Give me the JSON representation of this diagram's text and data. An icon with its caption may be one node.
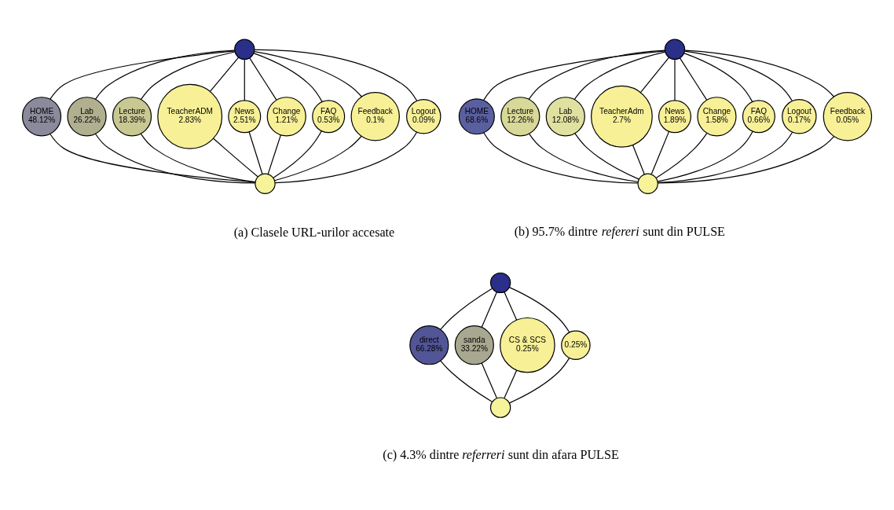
{
  "diagram": {
    "nodes": [
      {
        "text": [],
        "shape": "circle"
      },
      {
        "text": [
          "HOME",
          "48.12%"
        ]
      },
      {
        "text": [
          "Lab",
          "26.22%"
        ]
      },
      {
        "text": [
          "Lecture",
          "18.39%"
        ]
      },
      {
        "text": [
          "TeacherADM",
          "2.83%"
        ]
      },
      {
        "text": [
          "News",
          "2.51%"
        ]
      },
      {
        "text": [
          "Change",
          "1.21%"
        ]
      },
      {
        "text": [
          "FAQ",
          "0.53%"
        ]
      },
      {
        "text": [
          "Feedback",
          "0.1%"
        ]
      },
      {
        "text": [
          "Logout",
          "0.09%"
        ]
      },
      {
        "text": [],
        "shape": "circle"
      },
      {
        "text": [],
        "shape": "circle"
      },
      {
        "text": [
          "HOME",
          "68.6%"
        ]
      },
      {
        "text": [
          "Lecture",
          "12.26%"
        ]
      },
      {
        "text": [
          "Lab",
          "12.08%"
        ]
      },
      {
        "text": [
          "TeacherAdm",
          "2.7%"
        ]
      },
      {
        "text": [
          "News",
          "1.89%"
        ]
      },
      {
        "text": [
          "Change",
          "1.58%"
        ]
      },
      {
        "text": [
          "FAQ",
          "0.66%"
        ]
      },
      {
        "text": [
          "Logout",
          "0.17%"
        ]
      },
      {
        "text": [
          "Feedback",
          "0.05%"
        ]
      },
      {
        "text": [],
        "shape": "circle"
      },
      {
        "text": [],
        "shape": "circle"
      },
      {
        "text": [
          "direct",
          "66.28%"
        ]
      },
      {
        "text": [
          "sanda",
          "33.22%"
        ]
      },
      {
        "text": [
          "CS & SCS",
          "0.25%"
        ]
      },
      {
        "text": [
          "0.25%"
        ]
      },
      {
        "text": [],
        "shape": "circle"
      }
    ],
    "edges": [
      {
        "from": 0,
        "to": 1,
        "arrow": "none"
      },
      {
        "from": 0,
        "to": 2,
        "arrow": "none"
      },
      {
        "from": 0,
        "to": 3,
        "arrow": "none"
      },
      {
        "from": 0,
        "to": 4,
        "arrow": "none"
      },
      {
        "from": 0,
        "to": 5,
        "arrow": "none"
      },
      {
        "from": 0,
        "to": 6,
        "arrow": "none"
      },
      {
        "from": 0,
        "to": 7,
        "arrow": "none"
      },
      {
        "from": 0,
        "to": 8,
        "arrow": "none"
      },
      {
        "from": 0,
        "to": 9,
        "arrow": "none"
      },
      {
        "from": 1,
        "to": 10,
        "arrow": "none"
      },
      {
        "from": 2,
        "to": 10,
        "arrow": "none"
      },
      {
        "from": 3,
        "to": 10,
        "arrow": "none"
      },
      {
        "from": 4,
        "to": 10,
        "arrow": "none"
      },
      {
        "from": 5,
        "to": 10,
        "arrow": "none"
      },
      {
        "from": 6,
        "to": 10,
        "arrow": "none"
      },
      {
        "from": 7,
        "to": 10,
        "arrow": "none"
      },
      {
        "from": 8,
        "to": 10,
        "arrow": "none"
      },
      {
        "from": 9,
        "to": 10,
        "arrow": "none"
      },
      {
        "from": 11,
        "to": 12,
        "arrow": "none"
      },
      {
        "from": 11,
        "to": 13,
        "arrow": "none"
      },
      {
        "from": 11,
        "to": 14,
        "arrow": "none"
      },
      {
        "from": 11,
        "to": 15,
        "arrow": "none"
      },
      {
        "from": 11,
        "to": 16,
        "arrow": "none"
      },
      {
        "from": 11,
        "to": 17,
        "arrow": "none"
      },
      {
        "from": 11,
        "to": 18,
        "arrow": "none"
      },
      {
        "from": 11,
        "to": 19,
        "arrow": "none"
      },
      {
        "from": 11,
        "to": 20,
        "arrow": "none"
      },
      {
        "from": 12,
        "to": 21,
        "arrow": "none"
      },
      {
        "from": 13,
        "to": 21,
        "arrow": "none"
      },
      {
        "from": 14,
        "to": 21,
        "arrow": "none"
      },
      {
        "from": 15,
        "to": 21,
        "arrow": "none"
      },
      {
        "from": 16,
        "to": 21,
        "arrow": "none"
      },
      {
        "from": 17,
        "to": 21,
        "arrow": "none"
      },
      {
        "from": 18,
        "to": 21,
        "arrow": "none"
      },
      {
        "from": 19,
        "to": 21,
        "arrow": "none"
      },
      {
        "from": 20,
        "to": 21,
        "arrow": "none"
      },
      {
        "from": 22,
        "to": 23,
        "arrow": "none"
      },
      {
        "from": 22,
        "to": 24,
        "arrow": "none"
      },
      {
        "from": 22,
        "to": 25,
        "arrow": "none"
      },
      {
        "from": 22,
        "to": 26,
        "arrow": "none"
      },
      {
        "from": 23,
        "to": 27,
        "arrow": "none"
      },
      {
        "from": 24,
        "to": 27,
        "arrow": "none"
      },
      {
        "from": 25,
        "to": 27,
        "arrow": "none"
      },
      {
        "from": 26,
        "to": 27,
        "arrow": "none"
      }
    ],
    "labels": [
      "(a) Clasele URL-urilor accesate",
      "(b) 95.7% dintre *refereri* sunt din PULSE",
      "(c) 4.3% dintre *referreri* sunt din afara PULSE"
    ]
  }
}
